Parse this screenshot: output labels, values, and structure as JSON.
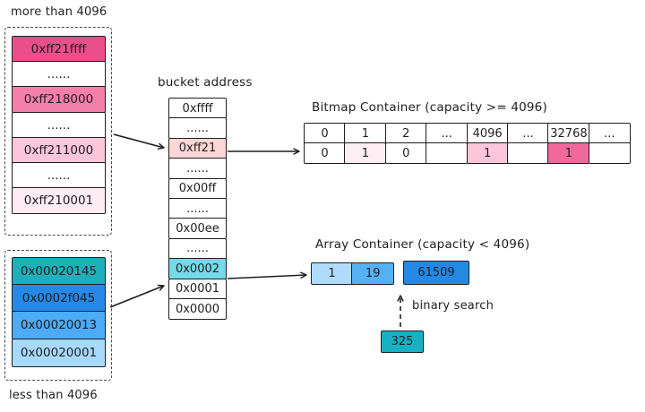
{
  "labels": {
    "more_than": "more than 4096",
    "less_than": "less than 4096",
    "bucket_address": "bucket address",
    "bitmap_title": "Bitmap Container (capacity >= 4096)",
    "array_title": "Array Container (capacity < 4096)",
    "binary_search": "binary search"
  },
  "high_group": {
    "rows": [
      {
        "label": "0xff21ffff",
        "color": "#ea4f8b"
      },
      {
        "label": "......",
        "color": "#ffffff"
      },
      {
        "label": "0xff218000",
        "color": "#f47fa9"
      },
      {
        "label": "......",
        "color": "#ffffff"
      },
      {
        "label": "0xff211000",
        "color": "#fbc5da"
      },
      {
        "label": "......",
        "color": "#ffffff"
      },
      {
        "label": "0xff210001",
        "color": "#feebf3"
      }
    ]
  },
  "low_group": {
    "rows": [
      {
        "label": "0x00020145",
        "color": "#1eb0ba"
      },
      {
        "label": "0x0002f045",
        "color": "#2688e8"
      },
      {
        "label": "0x00020013",
        "color": "#4dabf7"
      },
      {
        "label": "0x00020001",
        "color": "#a7d9fd"
      }
    ]
  },
  "bucket_column": {
    "rows": [
      {
        "label": "0xffff",
        "color": "#ffffff"
      },
      {
        "label": "......",
        "color": "#ffffff"
      },
      {
        "label": "0xff21",
        "color": "#fdd6d6"
      },
      {
        "label": "......",
        "color": "#ffffff"
      },
      {
        "label": "0x00ff",
        "color": "#ffffff"
      },
      {
        "label": "......",
        "color": "#ffffff"
      },
      {
        "label": "0x00ee",
        "color": "#ffffff"
      },
      {
        "label": "......",
        "color": "#ffffff"
      },
      {
        "label": "0x0002",
        "color": "#74d9e9"
      },
      {
        "label": "0x0001",
        "color": "#ffffff"
      },
      {
        "label": "0x0000",
        "color": "#ffffff"
      }
    ]
  },
  "bitmap_container": {
    "header": [
      "0",
      "1",
      "2",
      "...",
      "4096",
      "...",
      "32768",
      "..."
    ],
    "values": [
      {
        "label": "0",
        "color": "#ffffff"
      },
      {
        "label": "1",
        "color": "#fdeef3"
      },
      {
        "label": "0",
        "color": "#ffffff"
      },
      {
        "label": "",
        "color": "#ffffff"
      },
      {
        "label": "1",
        "color": "#fbc5da"
      },
      {
        "label": "",
        "color": "#ffffff"
      },
      {
        "label": "1",
        "color": "#f2689c"
      },
      {
        "label": "",
        "color": "#ffffff"
      }
    ]
  },
  "array_container": {
    "cells": [
      {
        "label": "1",
        "color": "#b0dcfc"
      },
      {
        "label": "19",
        "color": "#55b1f5"
      },
      {
        "label": "61509",
        "color": "#2489e5"
      }
    ],
    "search_value": {
      "label": "325",
      "color": "#17b1c4"
    }
  },
  "colors": {
    "stroke": "#1e1e1e",
    "dashed_border": "#43464a"
  }
}
